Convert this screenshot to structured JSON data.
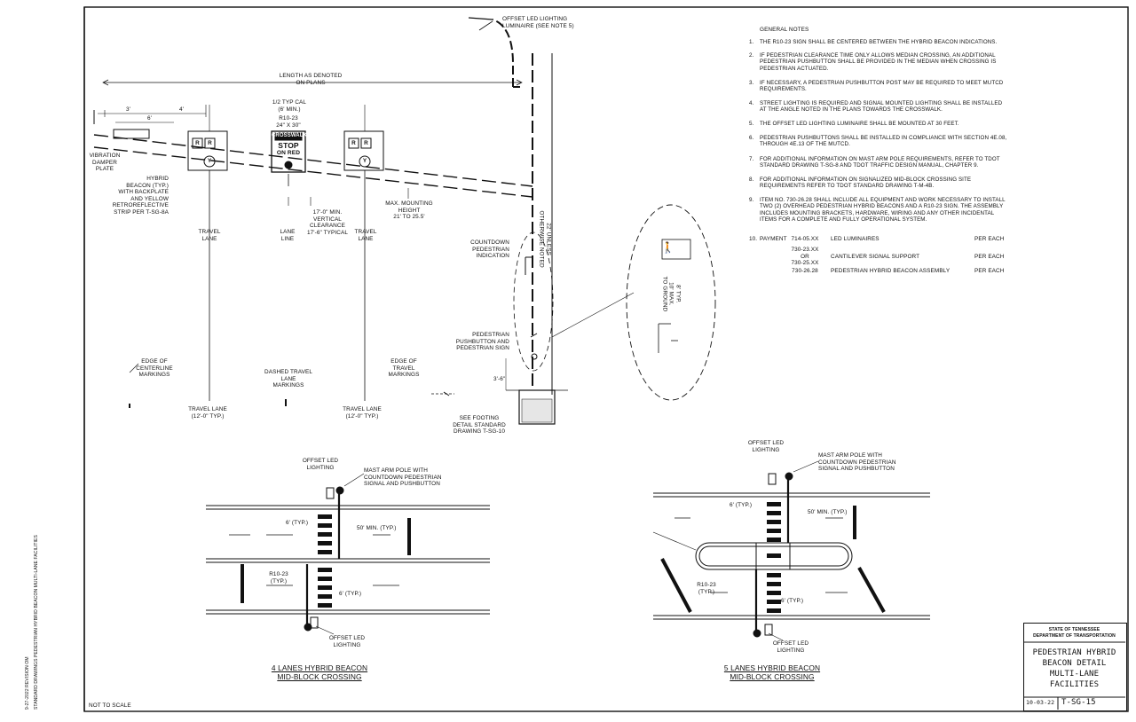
{
  "general_notes": {
    "heading": "GENERAL NOTES",
    "items": [
      {
        "num": "1.",
        "text": "THE R10-23 SIGN SHALL BE CENTERED BETWEEN THE HYBRID BEACON INDICATIONS."
      },
      {
        "num": "2.",
        "text": "IF PEDESTRIAN CLEARANCE TIME ONLY ALLOWS MEDIAN CROSSING, AN ADDITIONAL PEDESTRIAN PUSHBUTTON SHALL BE PROVIDED IN THE MEDIAN WHEN CROSSING IS PEDESTRIAN ACTUATED."
      },
      {
        "num": "3.",
        "text": "IF NECESSARY, A PEDESTRIAN PUSHBUTTON POST MAY BE REQUIRED TO MEET MUTCD REQUIREMENTS."
      },
      {
        "num": "4.",
        "text": "STREET LIGHTING IS REQUIRED AND SIGNAL MOUNTED LIGHTING SHALL BE INSTALLED AT THE ANGLE NOTED IN THE PLANS TOWARDS THE CROSSWALK."
      },
      {
        "num": "5.",
        "text": "THE OFFSET LED LIGHTING LUMINAIRE SHALL BE MOUNTED AT 30 FEET."
      },
      {
        "num": "6.",
        "text": "PEDESTRIAN PUSHBUTTONS SHALL BE INSTALLED IN COMPLIANCE WITH SECTION 4E.08, THROUGH 4E.13 OF THE MUTCD."
      },
      {
        "num": "7.",
        "text": "FOR ADDITIONAL INFORMATION ON MAST ARM POLE REQUIREMENTS, REFER TO TDOT STANDARD DRAWING T-SG-8 AND TDOT TRAFFIC DESIGN MANUAL, CHAPTER 9."
      },
      {
        "num": "8.",
        "text": "FOR ADDITIONAL INFORMATION ON SIGNALIZED MID-BLOCK CROSSING SITE REQUIREMENTS REFER TO TDOT STANDARD DRAWING T-M-4B."
      },
      {
        "num": "9.",
        "text": "ITEM NO. 730-26.28 SHALL INCLUDE ALL EQUIPMENT AND WORK NECESSARY TO INSTALL TWO (2) OVERHEAD PEDESTRIAN HYBRID BEACONS AND A R10-23 SIGN. THE ASSEMBLY INCLUDES MOUNTING BRACKETS, HARDWARE, WIRING AND ANY OTHER INCIDENTAL ITEMS FOR A COMPLETE AND FULLY OPERATIONAL SYSTEM."
      }
    ],
    "payment": {
      "num": "10.",
      "label": "PAYMENT",
      "rows": [
        {
          "item": "714-05.XX",
          "desc": "LED LUMINAIRES",
          "unit": "PER EACH"
        },
        {
          "item": "730-23.XX\nOR\n730-25.XX",
          "desc": "CANTILEVER SIGNAL SUPPORT",
          "unit": "PER EACH"
        },
        {
          "item": "730-26.28",
          "desc": "PEDESTRIAN HYBRID BEACON ASSEMBLY",
          "unit": "PER EACH"
        }
      ]
    }
  },
  "elevation": {
    "offset_led_top": "OFFSET LED LIGHTING\nLUMINAIRE (SEE NOTE 5)",
    "length_dim": "LENGTH AS DENOTED\nON PLANS",
    "dim_3": "3'",
    "dim_4": "4'",
    "dim_6": "6'",
    "vibration_plate": "VIBRATION\nDAMPER\nPLATE",
    "hybrid_beacon": "HYBRID\nBEACON (TYP.)\nWITH BACKPLATE\nAND YELLOW\nRETROREFLECTIVE\nSTRIP PER T-SG-8A",
    "typ_cal": "1/2 TYP CAL\n(6' MIN.)",
    "r10_sign": "R10-23\n24\" X 30\"",
    "sign_text": {
      "top": "CROSSWALK",
      "mid1": "STOP",
      "mid2": "ON RED"
    },
    "beacon_letters": {
      "red": "R",
      "yellow": "Y"
    },
    "travel_lane": "TRAVEL\nLANE",
    "lane_line": "LANE\nLINE",
    "vertical_clearance": "17'-0\" MIN.\nVERTICAL\nCLEARANCE\n17'-6\" TYPICAL",
    "max_mounting": "MAX. MOUNTING\nHEIGHT\n21' TO 25.5'",
    "unless_noted": "22' UNLESS\nOTHERWISE NOTED",
    "countdown": "COUNTDOWN\nPEDESTRIAN\nINDICATION",
    "pushbutton": "PEDESTRIAN\nPUSHBUTTON AND\nPEDESTRIAN SIGN",
    "dim_36": "3'-6\"",
    "edge_centerline": "EDGE OF\nCENTERLINE\nMARKINGS",
    "dashed_travel": "DASHED TRAVEL\nLANE\nMARKINGS",
    "edge_travel": "EDGE OF\nTRAVEL\nMARKINGS",
    "travel_lane_12_left": "TRAVEL LANE\n(12'-0\" TYP.)",
    "travel_lane_12_right": "TRAVEL LANE\n(12'-0\" TYP.)",
    "footing": "SEE FOOTING\nDETAIL STANDARD\nDRAWING T-SG-10",
    "detail_note": "8' TYP.\n10' MAX.\nTO GROUND"
  },
  "plan4": {
    "offset_led_top": "OFFSET LED\nLIGHTING",
    "mast_arm": "MAST ARM POLE WITH\nCOUNTDOWN PEDESTRIAN\nSIGNAL AND PUSHBUTTON",
    "six_typ": "6' (TYP.)",
    "fifty_min": "50' MIN. (TYP.)",
    "r10_typ": "R10-23\n(TYP.)",
    "six_typ2": "6' (TYP.)",
    "offset_led_bottom": "OFFSET LED\nLIGHTING",
    "title1": "4 LANES HYBRID BEACON",
    "title2": "MID-BLOCK CROSSING"
  },
  "plan5": {
    "offset_led_top": "OFFSET LED\nLIGHTING",
    "mast_arm": "MAST ARM POLE WITH\nCOUNTDOWN PEDESTRIAN\nSIGNAL AND PUSHBUTTON",
    "six_typ": "6' (TYP.)",
    "fifty_min": "50' MIN. (TYP.)",
    "r10_typ": "R10-23\n(TYP.)",
    "six_typ2": "6' (TYP.)",
    "offset_led_bottom": "OFFSET LED\nLIGHTING",
    "title1": "5 LANES HYBRID BEACON",
    "title2": "MID-BLOCK CROSSING"
  },
  "not_to_scale": "NOT TO SCALE",
  "title_block": {
    "state": "STATE OF TENNESSEE",
    "dept": "DEPARTMENT OF TRANSPORTATION",
    "title": "PEDESTRIAN HYBRID\nBEACON DETAIL\nMULTI-LANE\nFACILITIES",
    "date": "10-03-22",
    "sheet": "T-SG-15"
  },
  "margin_text": {
    "left1": "9-27-2022 REVISION OM",
    "left2": "STANDARD DRAWINGS PEDESTRIAN HYBRID BEACON MULTI-LANE FACILITIES"
  }
}
